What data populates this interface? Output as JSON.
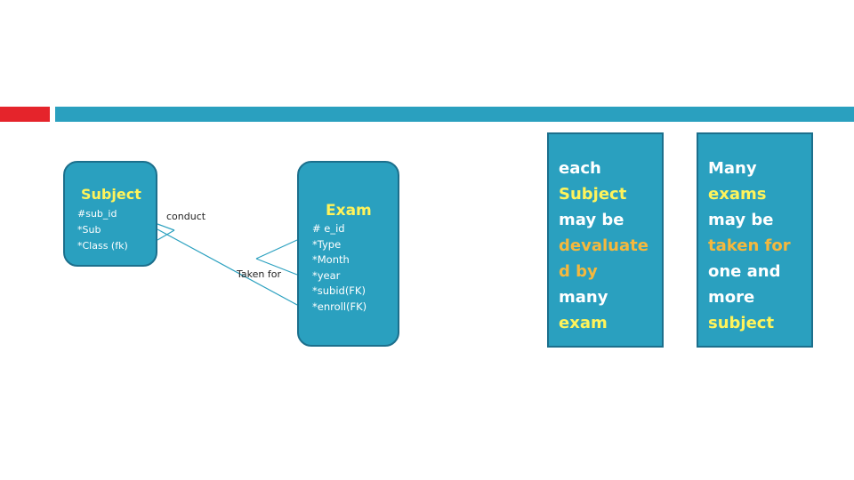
{
  "subject": {
    "title": "Subject",
    "attributes": [
      "#sub_id",
      "*Sub",
      "*Class (fk)"
    ]
  },
  "exam": {
    "title": "Exam",
    "attributes": [
      "# e_id",
      "*Type",
      "*Month",
      "*year",
      "*subid(FK)",
      "*enroll(FK)"
    ]
  },
  "relationships": {
    "conduct": "conduct",
    "taken_for": "Taken for"
  },
  "notes": {
    "left": [
      "each",
      "Subject",
      "may be",
      "devaluate",
      "d by",
      "many",
      "exam"
    ],
    "right": [
      "Many",
      "exams",
      "may be",
      "taken for",
      "one and",
      "more",
      "subject"
    ]
  },
  "colors": {
    "accent_red": "#e5242b",
    "accent_blue": "#2aa0bf",
    "title_yellow": "#fff35a",
    "highlight_orange": "#f5b83d"
  }
}
